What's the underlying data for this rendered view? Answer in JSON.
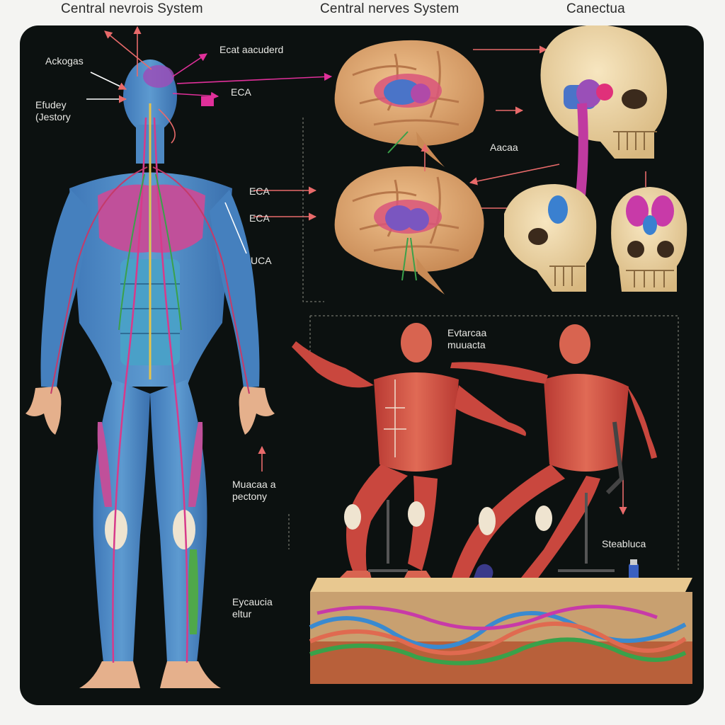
{
  "titles": {
    "left": "Central  nevrois System",
    "middle": "Central   nerves System",
    "right": "Canectua"
  },
  "labels": {
    "ackogas": "Ackogas",
    "efudey_1": "Efudey",
    "efudey_2": "(Jestory",
    "ecat": "Ecat aacuderd",
    "eca_head": "ECA",
    "eca_1": "ECA",
    "eca_2": "ECA",
    "uca": "UCA",
    "aacaa": "Aacaa",
    "evtarcaa_1": "Evtarcaa",
    "evtarcaa_2": "muuacta",
    "muacaa_1": "Muacaa a",
    "muacaa_2": "pectony",
    "steabuca": "Steabluca",
    "eycaucia_1": "Eycaucia",
    "eycaucia_2": "eltur"
  },
  "colors": {
    "panel": "#0c1110",
    "arrow": "#e86a6a",
    "arrow_magenta": "#e0309a",
    "dashed_frame": "#8a8a80",
    "muscle": "#c9473e",
    "vessel_blue": "#3a7fc8",
    "nerve_green": "#3aa14a",
    "brain": "#d9a070",
    "skull": "#ecd6a8",
    "gland_purple": "#8a4fc0"
  },
  "icons": [
    "arrow-icon",
    "brain-illustration",
    "skull-illustration",
    "figure-illustration"
  ]
}
